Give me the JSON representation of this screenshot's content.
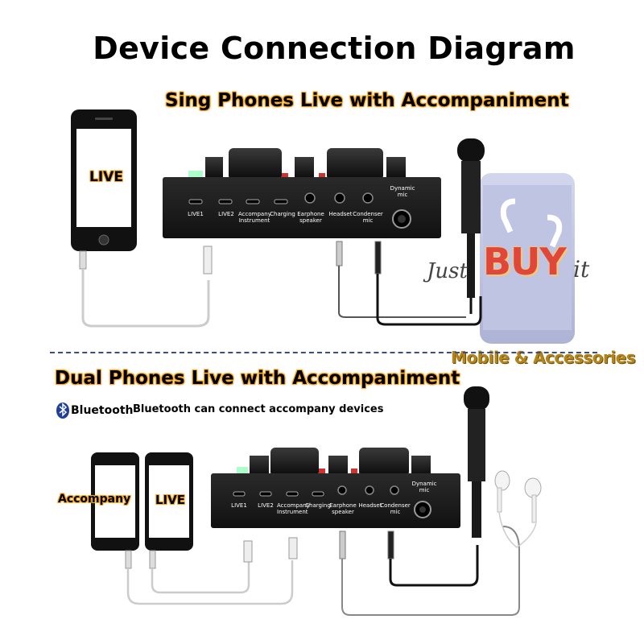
{
  "title": "Device Connection  Diagram",
  "section1": {
    "subtitle": "Sing Phones Live with Accompaniment",
    "phone_label": "LIVE"
  },
  "section2": {
    "subtitle": "Dual Phones Live with Accompaniment",
    "bluetooth_logo": "Bluetooth",
    "bluetooth_desc": "Bluetooth can connect accompany devices",
    "phone_left_label": "Accompany",
    "phone_right_label": "LIVE"
  },
  "ports": {
    "live1": "LIVE1",
    "live2": "LIVE2",
    "accompany": "Accompany Instrument",
    "charging": "Charging",
    "earphone": "Earphone speaker",
    "headset": "Headset",
    "condenser": "Condenser mic",
    "dynamic": "Dynamic mic"
  },
  "watermark": {
    "just": "Just",
    "buy": "BUY",
    "it": "it",
    "tagline": "Mobile & Accessories"
  },
  "colors": {
    "accent_orange": "#f5a623",
    "watermark_red": "#e0473b",
    "watermark_gold": "#b58419",
    "divider_blue": "#3a4a8a",
    "card_black": "#1a1a1a"
  }
}
